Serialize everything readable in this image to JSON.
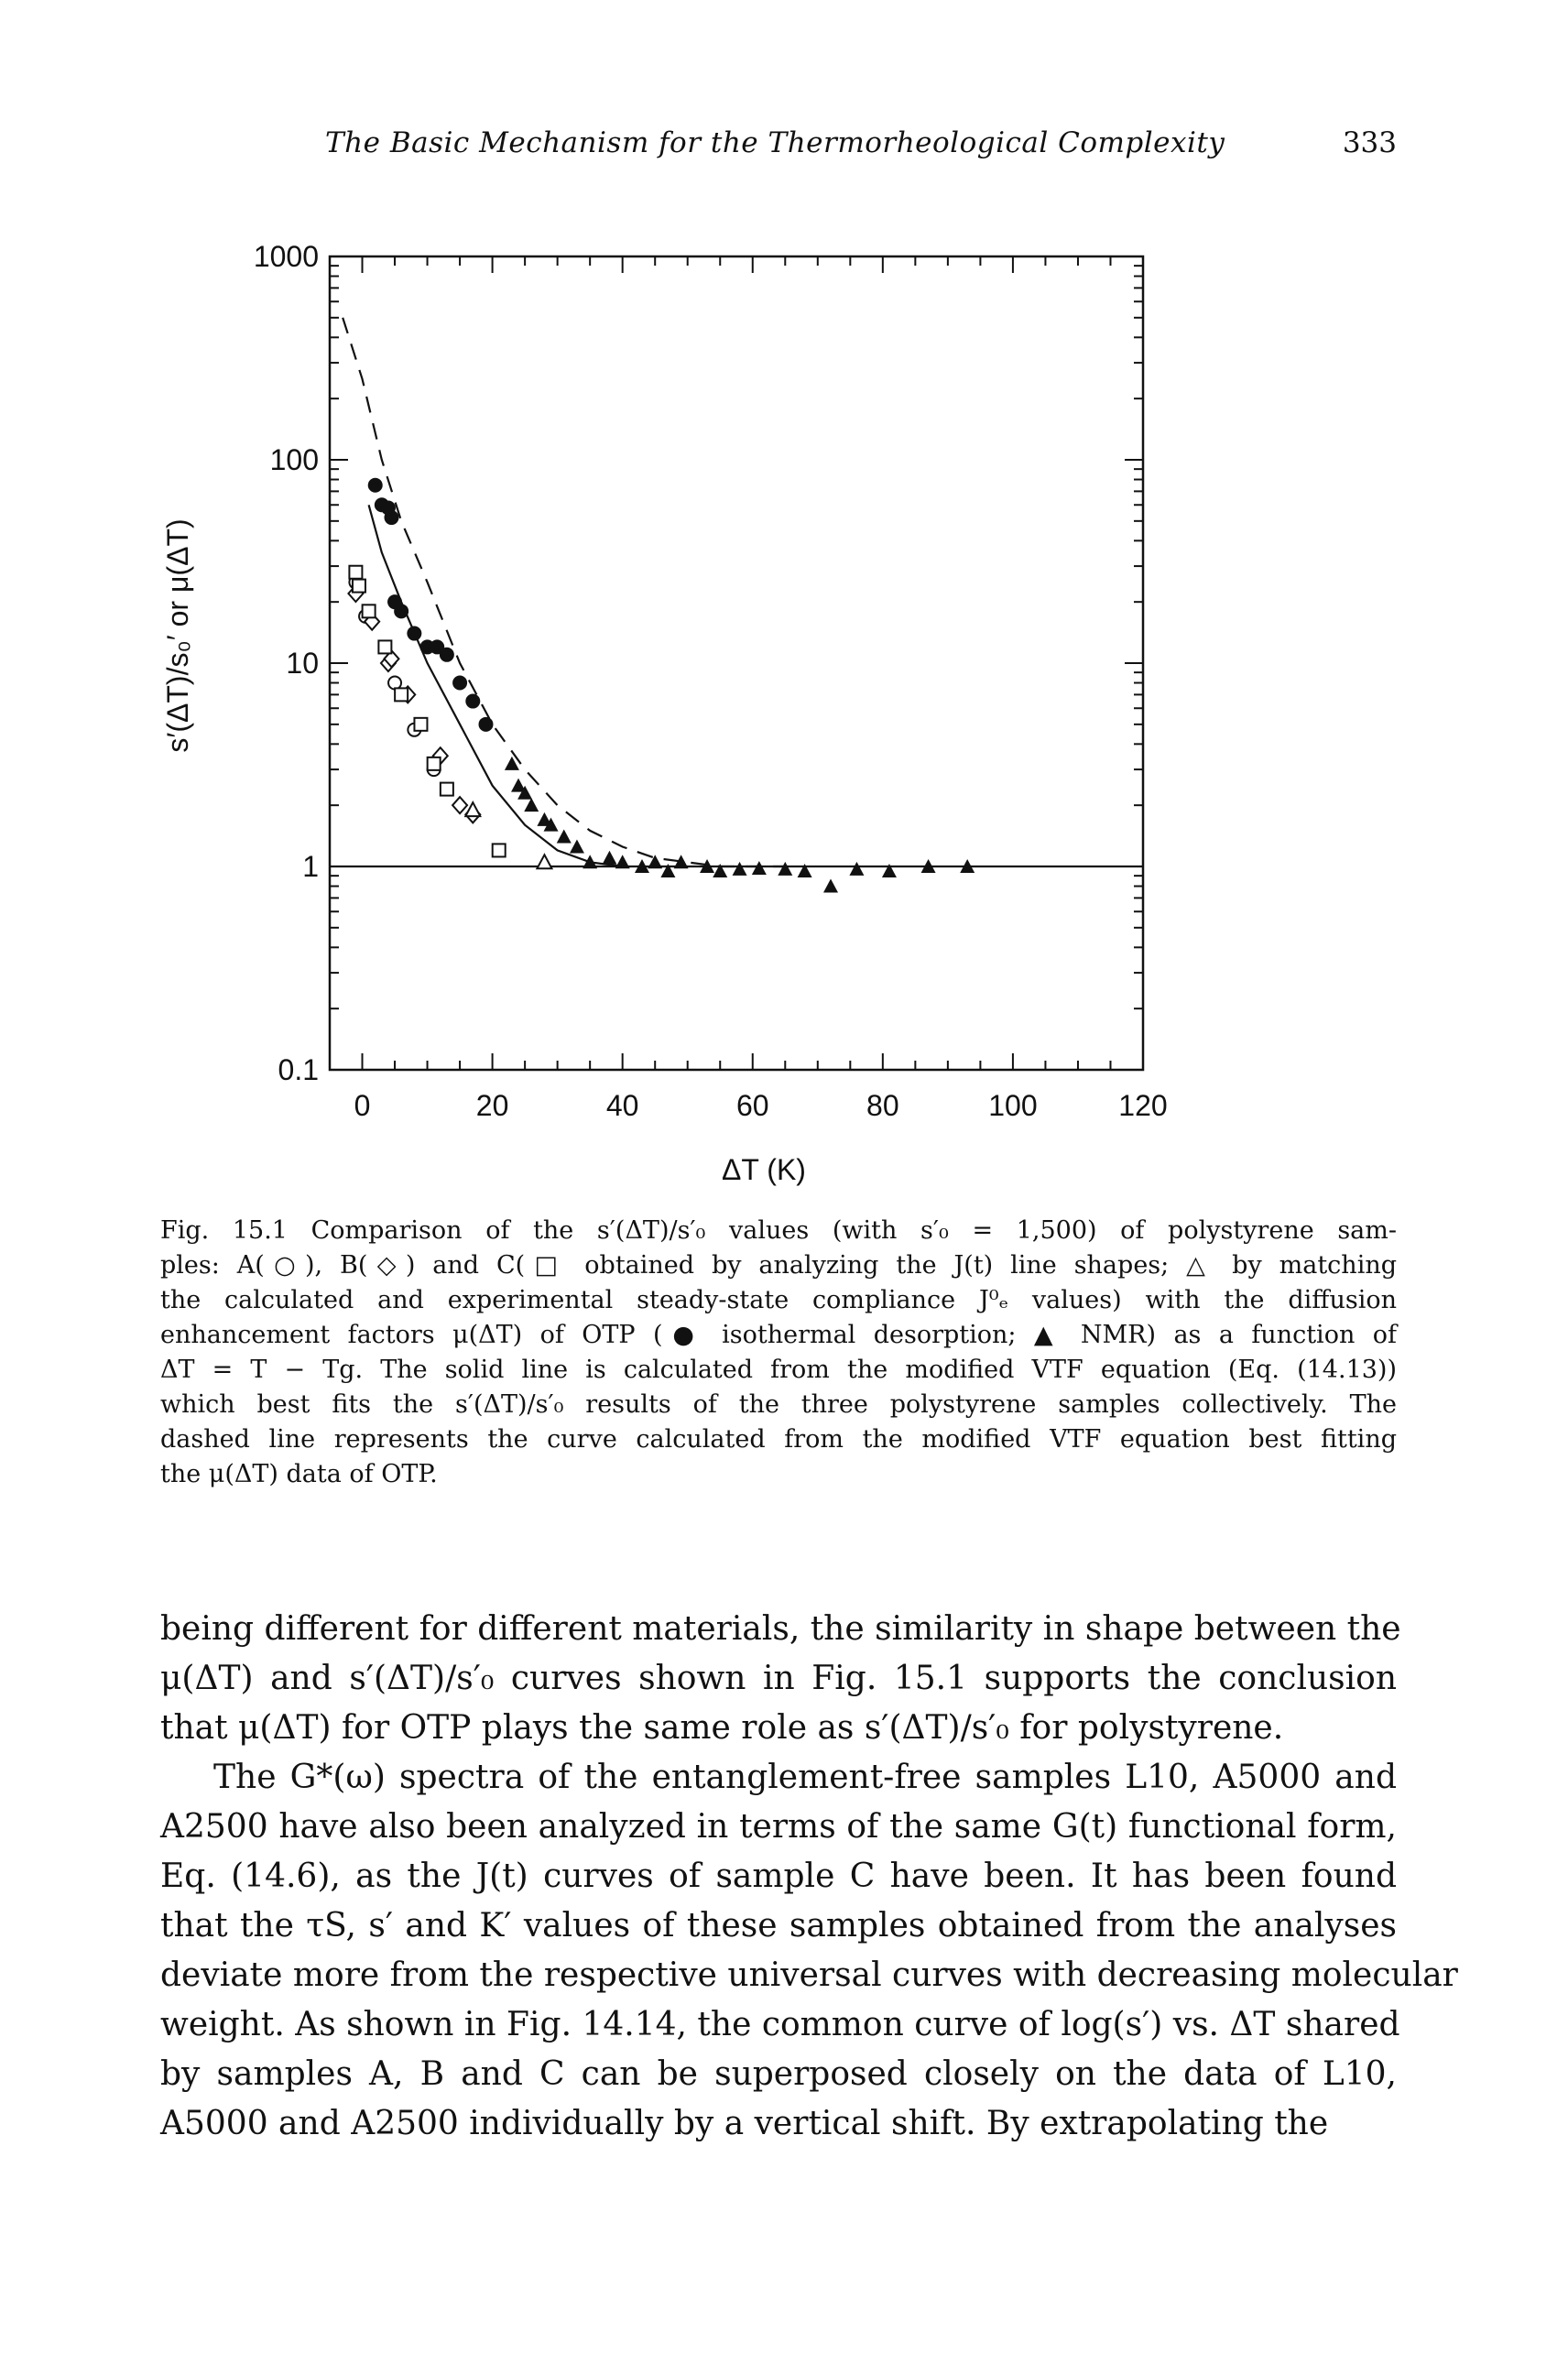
{
  "page": {
    "running_title": "The Basic Mechanism for the Thermorheological Complexity",
    "page_number": "333"
  },
  "figure": {
    "caption_lines": [
      "Fig. 15.1  Comparison of the s′(ΔT)/s′₀ values (with s′₀ = 1,500) of polystyrene sam-",
      "ples: A(○), B(◇) and C(□ obtained by analyzing the J(t) line shapes; △ by matching",
      "the calculated and experimental steady-state compliance J⁰ₑ values) with the diffusion",
      "enhancement factors μ(ΔT) of OTP (● isothermal desorption; ▲ NMR) as a function of",
      "ΔT = T − Tg. The solid line is calculated from the modified VTF equation (Eq. (14.13))",
      "which best fits the s′(ΔT)/s′₀ results of the three polystyrene samples collectively. The",
      "dashed line represents the curve calculated from the modified VTF equation best fitting",
      "the μ(ΔT) data of OTP."
    ]
  },
  "body_text": {
    "paragraph1": [
      "being different for different materials, the similarity in shape between the",
      "μ(ΔT) and s′(ΔT)/s′₀ curves shown in Fig. 15.1 supports the conclusion",
      "that μ(ΔT) for OTP plays the same role as s′(ΔT)/s′₀ for polystyrene."
    ],
    "paragraph2": [
      "The G*(ω) spectra of the entanglement-free samples L10, A5000 and",
      "A2500 have also been analyzed in terms of the same G(t) functional form,",
      "Eq. (14.6), as the J(t) curves of sample C have been. It has been found",
      "that the τS, s′ and K′ values of these samples obtained from the analyses",
      "deviate more from the respective universal curves with decreasing molecular",
      "weight. As shown in Fig. 14.14, the common curve of log(s′) vs. ΔT shared",
      "by samples A, B and C can be superposed closely on the data of L10,",
      "A5000 and A2500 individually by a vertical shift. By extrapolating the"
    ]
  },
  "chart_data": {
    "type": "scatter",
    "xlabel": "ΔT (K)",
    "ylabel": "s′(ΔT)/s₀′ or μ(ΔT)",
    "xlim": [
      -5,
      120
    ],
    "ylim": [
      0.1,
      1000
    ],
    "y_scale": "log",
    "x_ticks": [
      0,
      20,
      40,
      60,
      80,
      100,
      120
    ],
    "y_ticks": [
      0.1,
      1,
      10,
      100,
      1000
    ],
    "y_tick_labels": [
      "0.1",
      "1",
      "10",
      "100",
      "1000"
    ],
    "grid": false,
    "series": [
      {
        "marker": "filled-circle",
        "points": [
          [
            2,
            75
          ],
          [
            3,
            60
          ],
          [
            4,
            58
          ],
          [
            4.5,
            52
          ],
          [
            5,
            20
          ],
          [
            6,
            18
          ],
          [
            8,
            14
          ],
          [
            10,
            12
          ],
          [
            11.5,
            12
          ],
          [
            13,
            11
          ],
          [
            15,
            8
          ],
          [
            17,
            6.5
          ],
          [
            19,
            5
          ]
        ]
      },
      {
        "marker": "filled-triangle",
        "points": [
          [
            23,
            3.2
          ],
          [
            24,
            2.5
          ],
          [
            25,
            2.3
          ],
          [
            26,
            2.0
          ],
          [
            28,
            1.7
          ],
          [
            29,
            1.6
          ],
          [
            31,
            1.4
          ],
          [
            33,
            1.25
          ],
          [
            35,
            1.05
          ],
          [
            38,
            1.1
          ],
          [
            40,
            1.05
          ],
          [
            43,
            1.0
          ],
          [
            45,
            1.05
          ],
          [
            47,
            0.95
          ],
          [
            49,
            1.05
          ],
          [
            53,
            1.0
          ],
          [
            55,
            0.95
          ],
          [
            58,
            0.97
          ],
          [
            61,
            0.98
          ],
          [
            65,
            0.97
          ],
          [
            68,
            0.95
          ],
          [
            72,
            0.8
          ],
          [
            76,
            0.97
          ],
          [
            81,
            0.95
          ],
          [
            87,
            1.0
          ],
          [
            93,
            1.0
          ]
        ]
      },
      {
        "marker": "open-circle",
        "points": [
          [
            -1,
            25
          ],
          [
            0.5,
            17
          ],
          [
            5,
            8
          ],
          [
            8,
            4.7
          ],
          [
            11,
            3.0
          ]
        ]
      },
      {
        "marker": "open-diamond",
        "points": [
          [
            -1,
            22
          ],
          [
            1.5,
            16
          ],
          [
            4,
            10
          ],
          [
            4.5,
            10.5
          ],
          [
            7,
            7
          ],
          [
            12,
            3.5
          ],
          [
            15,
            2.0
          ],
          [
            17,
            1.8
          ]
        ]
      },
      {
        "marker": "open-square",
        "points": [
          [
            -1,
            28
          ],
          [
            -0.5,
            24
          ],
          [
            1,
            18
          ],
          [
            3.5,
            12
          ],
          [
            6,
            7
          ],
          [
            9,
            5
          ],
          [
            11,
            3.2
          ],
          [
            13,
            2.4
          ],
          [
            21,
            1.2
          ]
        ]
      },
      {
        "marker": "open-triangle",
        "points": [
          [
            17,
            1.9
          ],
          [
            28,
            1.05
          ]
        ]
      }
    ],
    "curves": [
      {
        "style": "solid",
        "points": [
          [
            1,
            60
          ],
          [
            3,
            35
          ],
          [
            6,
            20
          ],
          [
            10,
            10
          ],
          [
            15,
            5
          ],
          [
            20,
            2.5
          ],
          [
            25,
            1.6
          ],
          [
            30,
            1.2
          ],
          [
            35,
            1.05
          ],
          [
            40,
            1.0
          ]
        ]
      },
      {
        "style": "dashed",
        "points": [
          [
            -3,
            500
          ],
          [
            0,
            250
          ],
          [
            3,
            100
          ],
          [
            6,
            50
          ],
          [
            10,
            25
          ],
          [
            15,
            10
          ],
          [
            20,
            5
          ],
          [
            25,
            3
          ],
          [
            30,
            2
          ],
          [
            35,
            1.5
          ],
          [
            40,
            1.25
          ],
          [
            45,
            1.1
          ],
          [
            55,
            1.0
          ],
          [
            65,
            1.0
          ]
        ]
      },
      {
        "style": "solid",
        "points": [
          [
            -5,
            1
          ],
          [
            120,
            1
          ]
        ]
      }
    ]
  }
}
